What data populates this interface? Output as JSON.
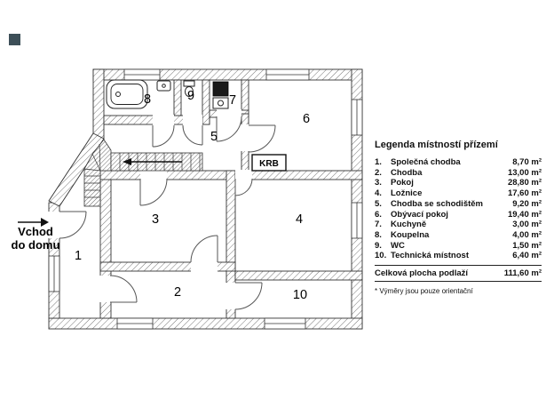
{
  "entrance": {
    "line1": "Vchod",
    "line2": "do domu"
  },
  "fireplace": {
    "label": "KRB"
  },
  "rooms": [
    {
      "number": "1",
      "legend_number": "1.",
      "name": "Společná chodba",
      "area": "8,70 m²"
    },
    {
      "number": "2",
      "legend_number": "2.",
      "name": "Chodba",
      "area": "13,00 m²"
    },
    {
      "number": "3",
      "legend_number": "3.",
      "name": "Pokoj",
      "area": "28,80 m²"
    },
    {
      "number": "4",
      "legend_number": "4.",
      "name": "Ložnice",
      "area": "17,60 m²"
    },
    {
      "number": "5",
      "legend_number": "5.",
      "name": "Chodba se schodištěm",
      "area": "9,20 m²"
    },
    {
      "number": "6",
      "legend_number": "6.",
      "name": "Obývací pokoj",
      "area": "19,40 m²"
    },
    {
      "number": "7",
      "legend_number": "7.",
      "name": "Kuchyně",
      "area": "3,00 m²"
    },
    {
      "number": "8",
      "legend_number": "8.",
      "name": "Koupelna",
      "area": "4,00 m²"
    },
    {
      "number": "9",
      "legend_number": "9.",
      "name": "WC",
      "area": "1,50 m²"
    },
    {
      "number": "10",
      "legend_number": "10.",
      "name": "Technická místnost",
      "area": "6,40 m²"
    }
  ],
  "legend": {
    "title": "Legenda místností přízemí",
    "total_label": "Celková plocha podlaží",
    "total_area": "111,60 m²",
    "footnote": "* Výměry jsou pouze orientační"
  },
  "colors": {
    "wall_hatch": "#777777",
    "outline": "#333333",
    "corner_marker": "#3d4f58"
  }
}
